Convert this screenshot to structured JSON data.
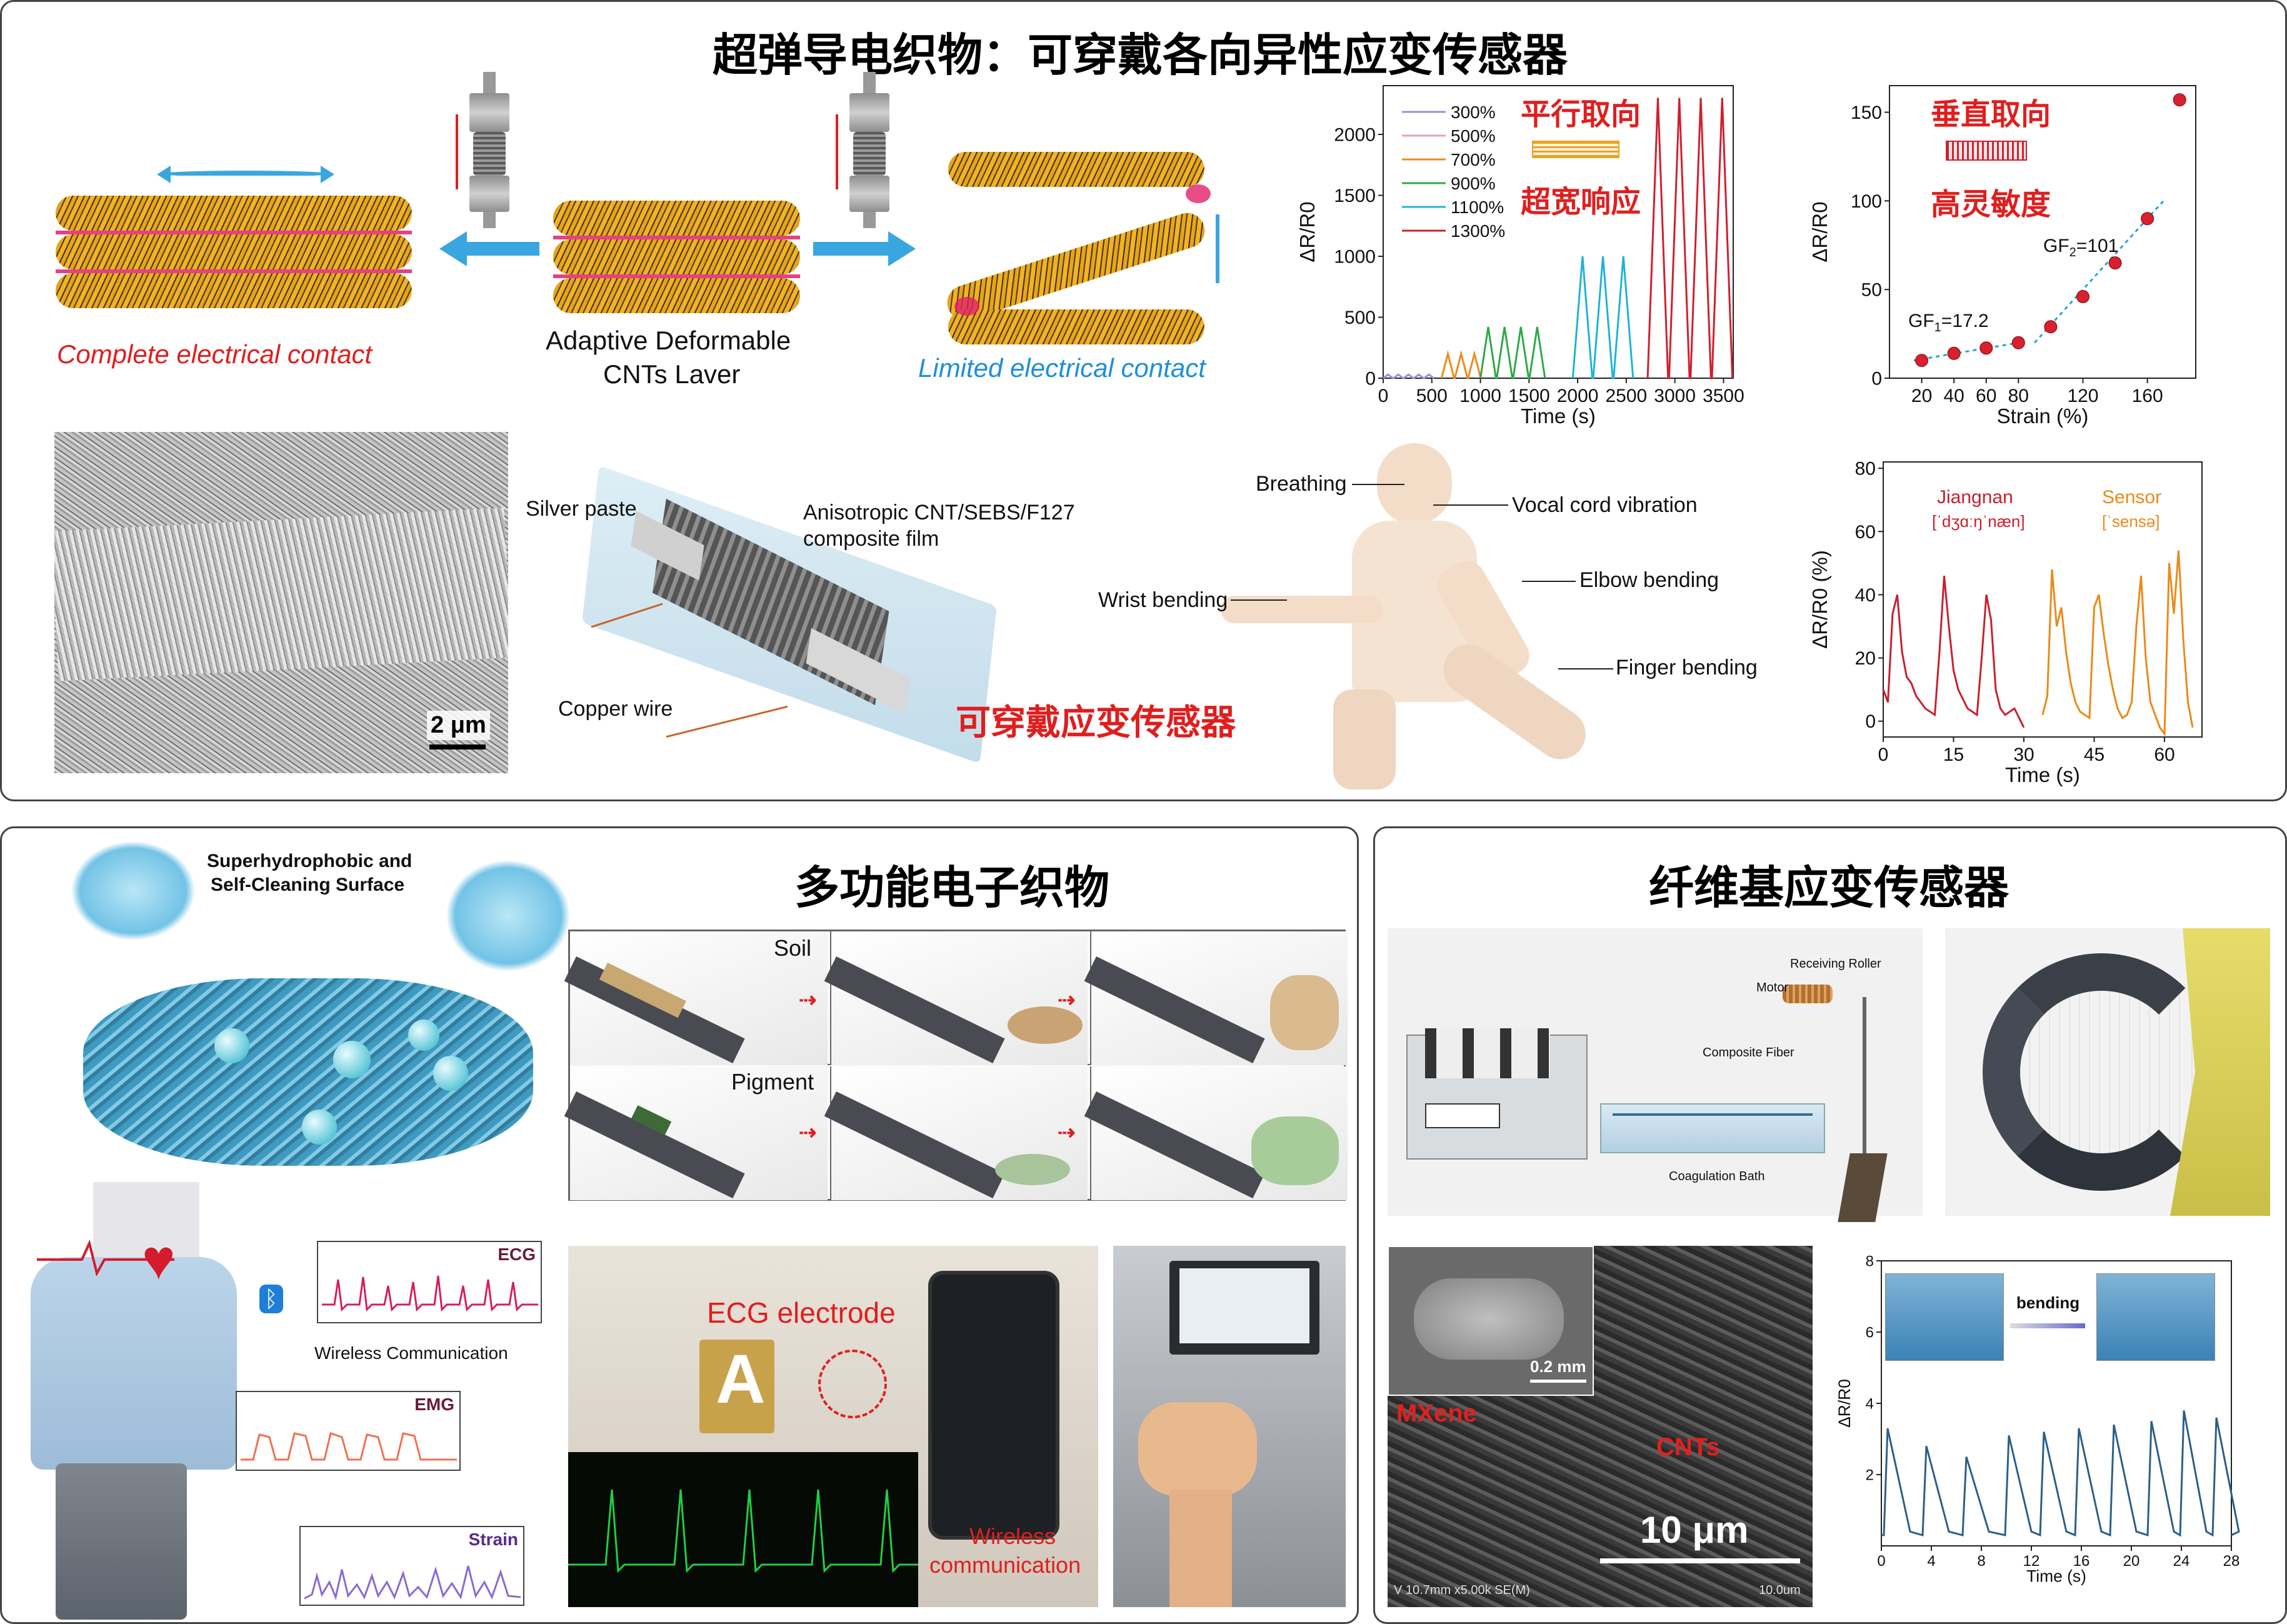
{
  "top": {
    "title": "超弹导电织物：可穿戴各向异性应变传感器",
    "complete_contact": "Complete electrical contact",
    "adaptive_line1": "Adaptive Deformable",
    "adaptive_line2": "CNTs Laver",
    "limited_contact": "Limited electrical contact",
    "scale_bar": "2 μm",
    "silver_paste": "Silver paste",
    "film_line1": "Anisotropic CNT/SEBS/F127",
    "film_line2": "composite film",
    "copper_wire": "Copper wire",
    "wearable_sensor": "可穿戴应变传感器",
    "body_labels": {
      "breathing": "Breathing",
      "vocal": "Vocal cord vibration",
      "wrist": "Wrist bending",
      "elbow": "Elbow bending",
      "finger": "Finger bending"
    },
    "parallel_title": "平行取向",
    "parallel_sub": "超宽响应",
    "vertical_title": "垂直取向",
    "vertical_sub": "高灵敏度",
    "gf1": "GF",
    "gf1_sub": "1",
    "gf1_val": "=17.2",
    "gf2": "GF",
    "gf2_sub": "2",
    "gf2_val": "=101",
    "jiangnan": "Jiangnan",
    "jiangnan_ipa": "[ˈdʒɑːŋˈnæn]",
    "sensor": "Sensor",
    "sensor_ipa": "[ˈsensə]"
  },
  "bottom_left": {
    "title": "多功能电子织物",
    "superhydrophobic_line1": "Superhydrophobic and",
    "superhydrophobic_line2": "Self-Cleaning Surface",
    "soil": "Soil",
    "pigment": "Pigment",
    "ecg": "ECG",
    "emg": "EMG",
    "strain": "Strain",
    "wireless": "Wireless Communication",
    "ecg_electrode": "ECG electrode",
    "wireless_photo_line1": "Wireless",
    "wireless_photo_line2": "communication"
  },
  "bottom_right": {
    "title": "纤维基应变传感器",
    "receiving_roller": "Receiving Roller",
    "motor": "Motor",
    "composite_fiber": "Composite Fiber",
    "coagulation_bath": "Coagulation Bath",
    "inset_scale": "0.2 mm",
    "mxene": "MXene",
    "cnts": "CNTs",
    "sem_scale": "10 μm",
    "sem_footer_left": "V 10.7mm x5.00k SE(M)",
    "sem_footer_right": "10.0um",
    "bending": "bending"
  },
  "colors": {
    "red": "#e01e1e",
    "blue": "#1e8fdc",
    "fiber_orange": "#f3b21f"
  },
  "chart_data": [
    {
      "type": "line",
      "xlabel": "Time (s)",
      "ylabel": "ΔR/R0",
      "xlim": [
        0,
        3600
      ],
      "ylim": [
        0,
        2400
      ],
      "xticks": [
        0,
        500,
        1000,
        1500,
        2000,
        2500,
        3000,
        3500
      ],
      "yticks": [
        0,
        500,
        1000,
        1500,
        2000
      ],
      "legend_position": "top-left",
      "series": [
        {
          "name": "300%",
          "color": "#9b8fd6",
          "cycle_start": 0,
          "cycle_len": 100,
          "cycles": 5,
          "peak": 30
        },
        {
          "name": "500%",
          "color": "#e6a0c4",
          "cycle_start": 0,
          "cycle_len": 100,
          "cycles": 0,
          "peak": 60
        },
        {
          "name": "700%",
          "color": "#f08a1c",
          "cycle_start": 600,
          "cycle_len": 130,
          "cycles": 3,
          "peak": 200
        },
        {
          "name": "900%",
          "color": "#2fa84a",
          "cycle_start": 1000,
          "cycle_len": 160,
          "cycles": 4,
          "peak": 420
        },
        {
          "name": "1100%",
          "color": "#1fb3d6",
          "cycle_start": 1950,
          "cycle_len": 200,
          "cycles": 3,
          "peak": 1000
        },
        {
          "name": "1300%",
          "color": "#d01f2e",
          "cycle_start": 2720,
          "cycle_len": 210,
          "cycles": 4,
          "peak": 2300
        }
      ]
    },
    {
      "type": "scatter",
      "xlabel": "Strain (%)",
      "ylabel": "ΔR/R0",
      "xlim": [
        0,
        190
      ],
      "ylim": [
        0,
        165
      ],
      "xticks": [
        20,
        40,
        60,
        80,
        120,
        160
      ],
      "yticks": [
        0,
        50,
        100,
        150
      ],
      "x": [
        20,
        40,
        60,
        80,
        100,
        120,
        140,
        160,
        180
      ],
      "y": [
        10,
        14,
        17,
        20,
        29,
        46,
        65,
        90,
        157
      ],
      "fit1": [
        [
          15,
          10
        ],
        [
          80,
          20
        ]
      ],
      "fit2": [
        [
          90,
          20
        ],
        [
          170,
          100
        ]
      ]
    },
    {
      "type": "line",
      "xlabel": "Time (s)",
      "ylabel": "ΔR/R0 (%)",
      "xlim": [
        0,
        68
      ],
      "ylim": [
        -5,
        82
      ],
      "xticks": [
        0,
        15,
        30,
        45,
        60
      ],
      "yticks": [
        0,
        20,
        40,
        60,
        80
      ],
      "series": [
        {
          "name": "Jiangnan",
          "color": "#c8202e",
          "x": [
            0,
            1,
            2,
            3,
            4,
            5,
            6,
            7,
            8,
            9,
            10,
            11,
            12,
            13,
            14,
            15,
            16,
            17,
            18,
            19,
            20,
            21,
            22,
            23,
            24,
            25,
            26,
            27,
            28,
            29,
            30
          ],
          "y": [
            10,
            6,
            34,
            40,
            22,
            14,
            12,
            8,
            6,
            4,
            3,
            2,
            22,
            46,
            30,
            16,
            10,
            7,
            4,
            3,
            2,
            20,
            40,
            32,
            10,
            4,
            2,
            3,
            4,
            1,
            -2
          ]
        },
        {
          "name": "Sensor",
          "color": "#ea8a1a",
          "x": [
            34,
            35,
            36,
            37,
            38,
            39,
            40,
            41,
            42,
            43,
            44,
            45,
            46,
            47,
            48,
            49,
            50,
            51,
            52,
            53,
            54,
            55,
            56,
            57,
            58,
            59,
            60,
            61,
            62,
            63,
            64,
            65,
            66
          ],
          "y": [
            2,
            8,
            48,
            30,
            36,
            22,
            12,
            6,
            3,
            2,
            1,
            36,
            40,
            28,
            18,
            10,
            4,
            1,
            2,
            6,
            30,
            46,
            20,
            6,
            2,
            -2,
            -4,
            50,
            34,
            54,
            26,
            6,
            -2
          ]
        }
      ]
    },
    {
      "type": "line",
      "xlabel": "Time (s)",
      "ylabel": "ΔR/R0",
      "xlim": [
        0,
        28
      ],
      "ylim": [
        0,
        8
      ],
      "xticks": [
        0,
        4,
        8,
        12,
        16,
        20,
        24,
        28
      ],
      "yticks": [
        2,
        4,
        6,
        8
      ],
      "series": [
        {
          "name": "",
          "color": "#2b5f8a",
          "peaks_x": [
            0.5,
            3.6,
            6.8,
            10.2,
            13.0,
            15.8,
            18.6,
            21.6,
            24.2,
            26.8
          ],
          "peaks_y": [
            3.3,
            2.8,
            2.5,
            3.1,
            3.2,
            3.3,
            3.4,
            3.5,
            3.8,
            3.6
          ]
        }
      ]
    }
  ]
}
